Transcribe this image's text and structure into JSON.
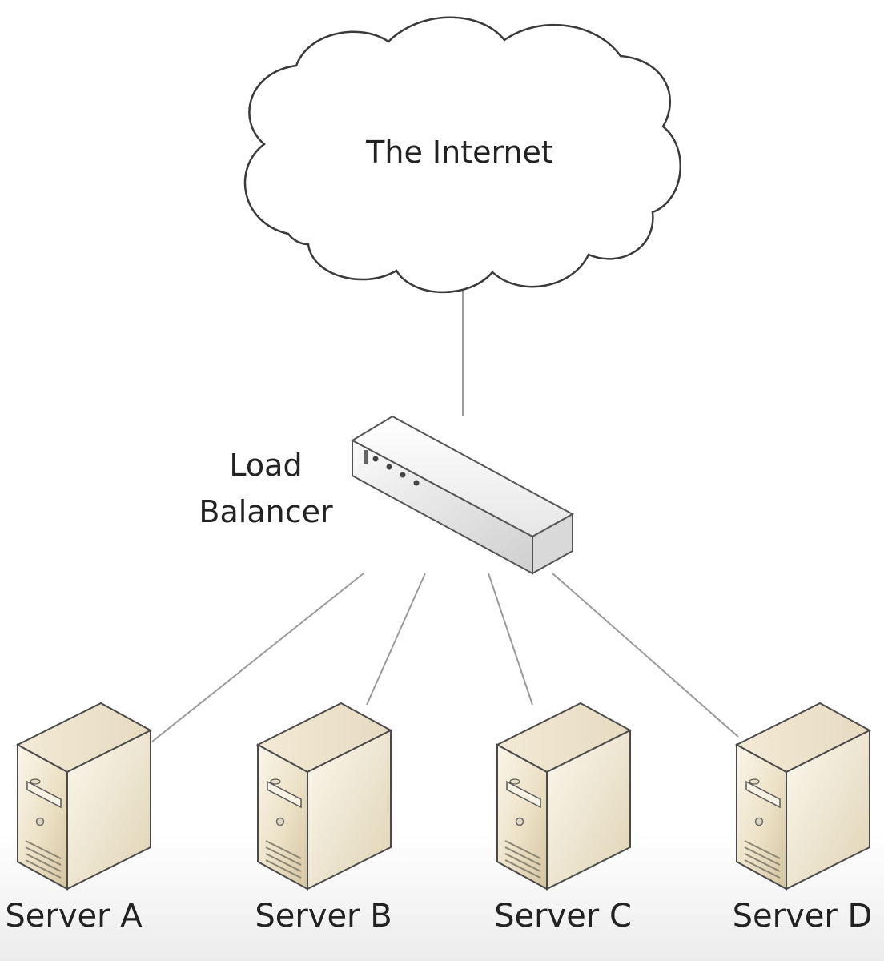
{
  "diagram": {
    "cloud": {
      "label": "The Internet"
    },
    "load_balancer": {
      "label_line1": "Load",
      "label_line2": "Balancer"
    },
    "servers": [
      {
        "label": "Server A"
      },
      {
        "label": "Server B"
      },
      {
        "label": "Server C"
      },
      {
        "label": "Server D"
      }
    ]
  }
}
